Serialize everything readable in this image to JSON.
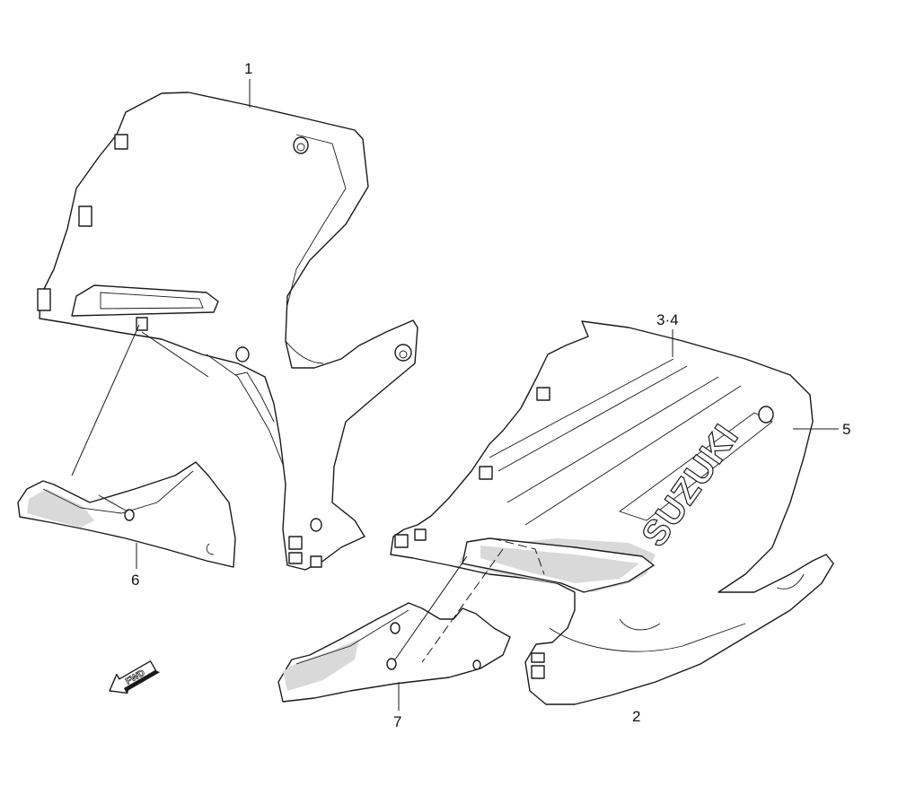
{
  "callouts": [
    {
      "id": "c1",
      "label": "1"
    },
    {
      "id": "c2",
      "label": "2"
    },
    {
      "id": "c34",
      "label": "3·4"
    },
    {
      "id": "c5",
      "label": "5"
    },
    {
      "id": "c6",
      "label": "6"
    },
    {
      "id": "c7",
      "label": "7"
    }
  ],
  "direction_marker": {
    "label": "FWD",
    "icon": "fwd-arrow-icon"
  },
  "logo": {
    "text": "SUZUKI"
  },
  "colors": {
    "line": "#1a1a1a",
    "shade": "#d9d9d9",
    "background": "#ffffff"
  }
}
